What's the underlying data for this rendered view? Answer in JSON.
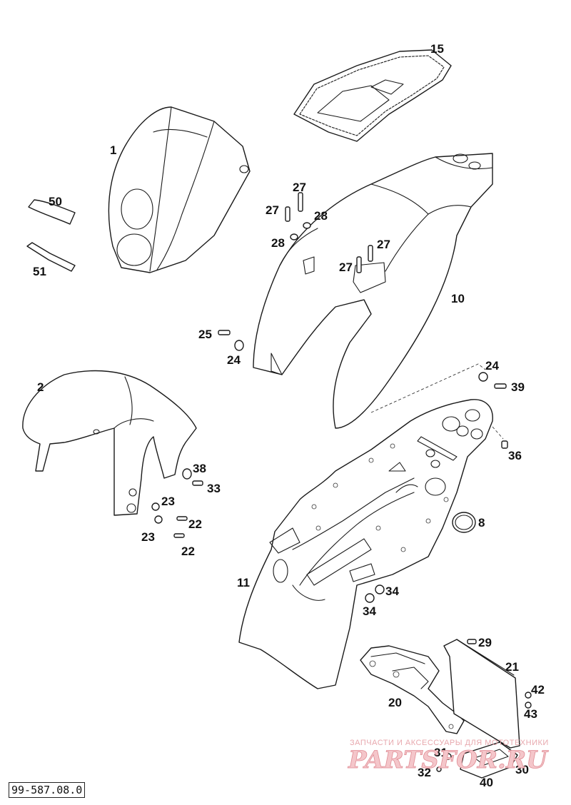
{
  "diagram": {
    "drawing_code": "99-587.08.0",
    "watermark": {
      "line1": "ЗАПЧАСТИ И АКСЕССУАРЫ ДЛЯ МОТОТЕХНИКИ",
      "line2": "PARTSFOR.RU"
    },
    "callouts": {
      "c15": "15",
      "c1": "1",
      "c50": "50",
      "c51": "51",
      "c27a": "27",
      "c27b": "27",
      "c28a": "28",
      "c28b": "28",
      "c27c": "27",
      "c27d": "27",
      "c10": "10",
      "c25": "25",
      "c24a": "24",
      "c24b": "24",
      "c39": "39",
      "c2": "2",
      "c36": "36",
      "c38": "38",
      "c33": "33",
      "c23a": "23",
      "c23b": "23",
      "c22a": "22",
      "c22b": "22",
      "c8": "8",
      "c11": "11",
      "c34a": "34",
      "c34b": "34",
      "c29": "29",
      "c21": "21",
      "c20": "20",
      "c42": "42",
      "c43": "43",
      "c31": "31",
      "c32": "32",
      "c30": "30",
      "c40": "40"
    }
  }
}
